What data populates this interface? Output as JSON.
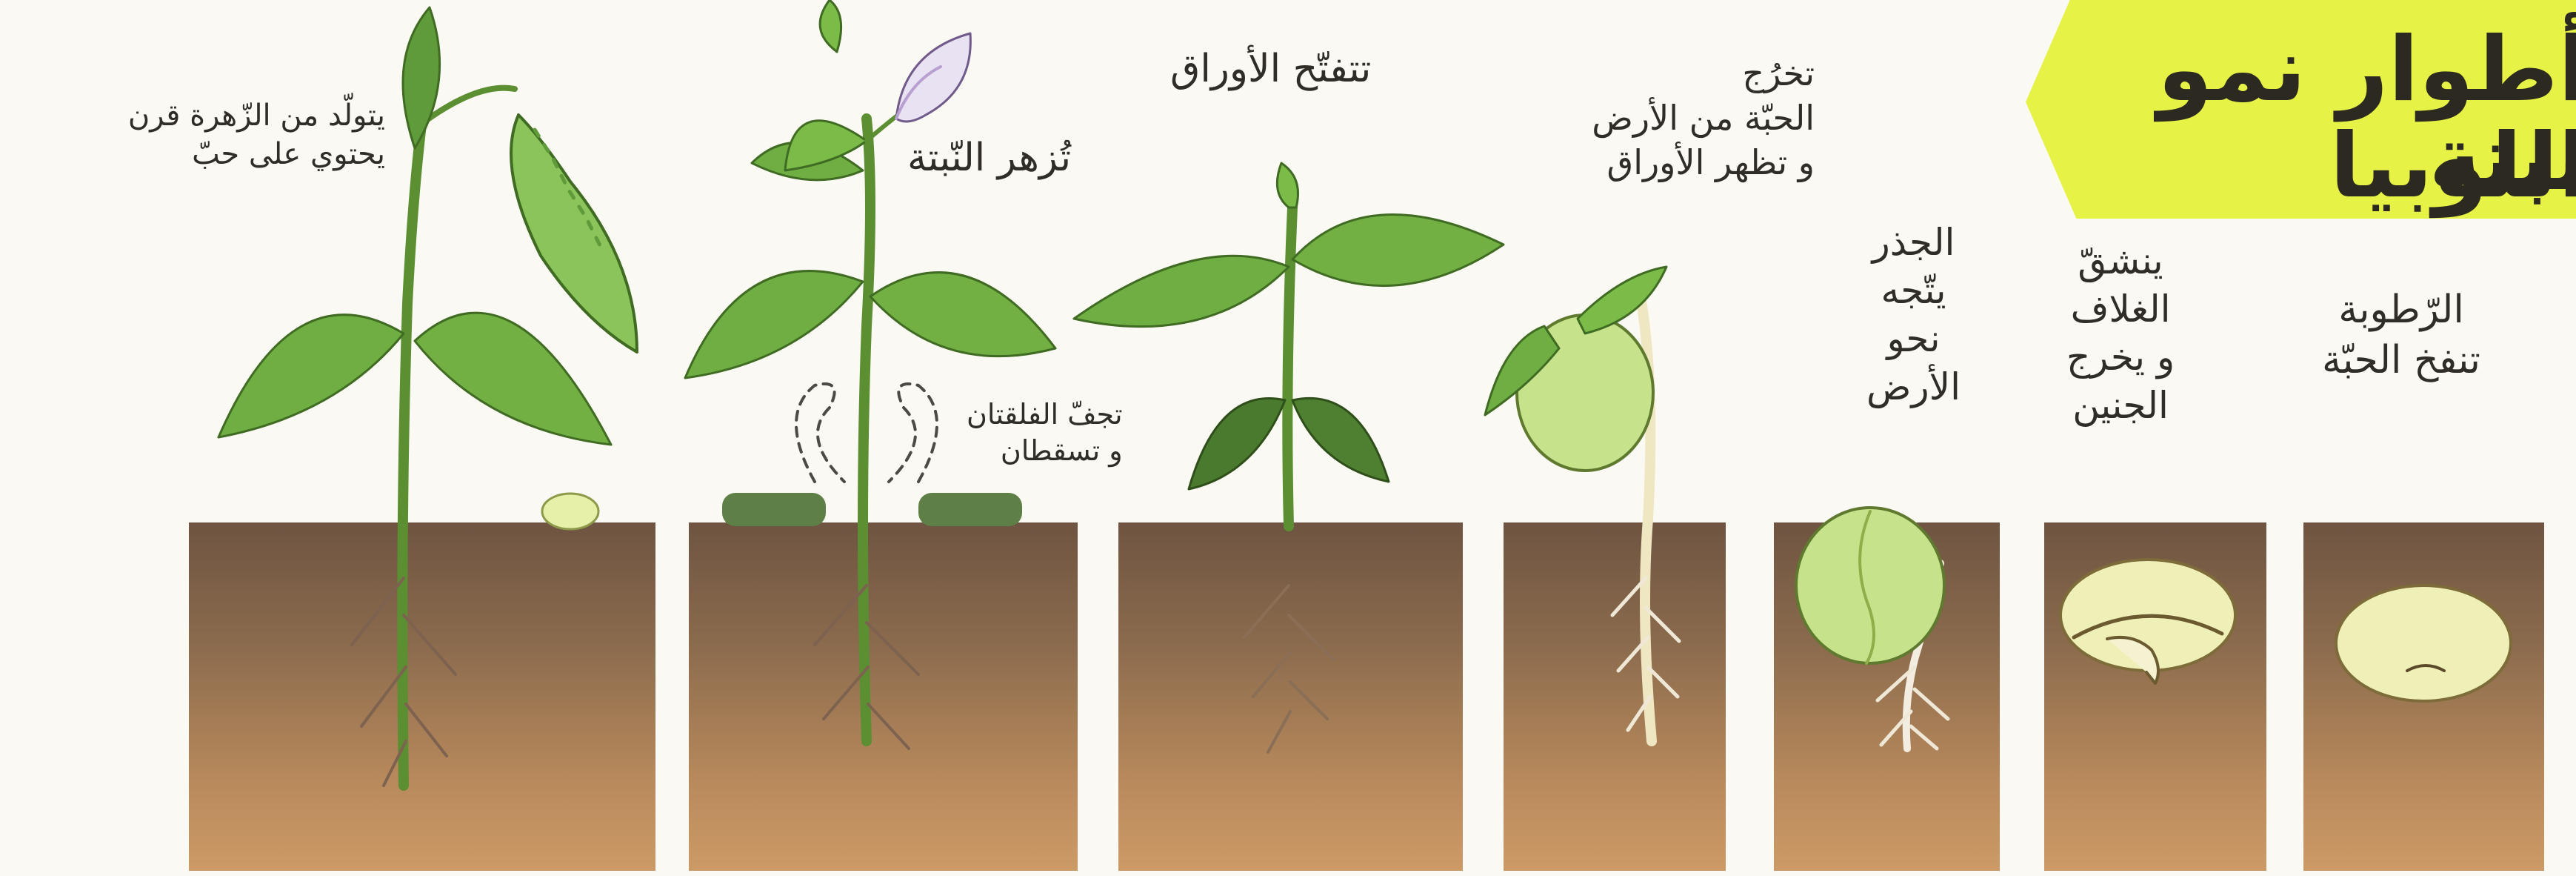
{
  "title": {
    "line1": "أطوار نمو نبتة",
    "line2": "اللوبيا"
  },
  "captions": {
    "stage1": [
      "الرّطوبة",
      "تنفخ الحبّة"
    ],
    "stage2": [
      "ينشقّ",
      "الغلاف",
      "و يخرج",
      "الجنين"
    ],
    "stage3": [
      "الجذر",
      "يتّجه",
      "نحو",
      "الأرض"
    ],
    "stage4": [
      "تخرُج",
      "الحبّة من الأرض",
      "و تظهر الأوراق"
    ],
    "stage5": [
      "تتفتّح الأوراق"
    ],
    "stage6": [
      "تُزهر النّبتة"
    ],
    "stage6_note": [
      "تجفّ الفلقتان",
      "و تسقطان"
    ],
    "stage7": [
      "يتولّد من الزّهرة قرن",
      "يحتوي على حبّ"
    ]
  },
  "colors": {
    "title_bg": "#e6f245",
    "soil_top": "#6e5441",
    "soil_bottom": "#cc9a66",
    "leaf": "#63a03a",
    "seed": "#eef0b8",
    "text": "#2f2d26"
  }
}
